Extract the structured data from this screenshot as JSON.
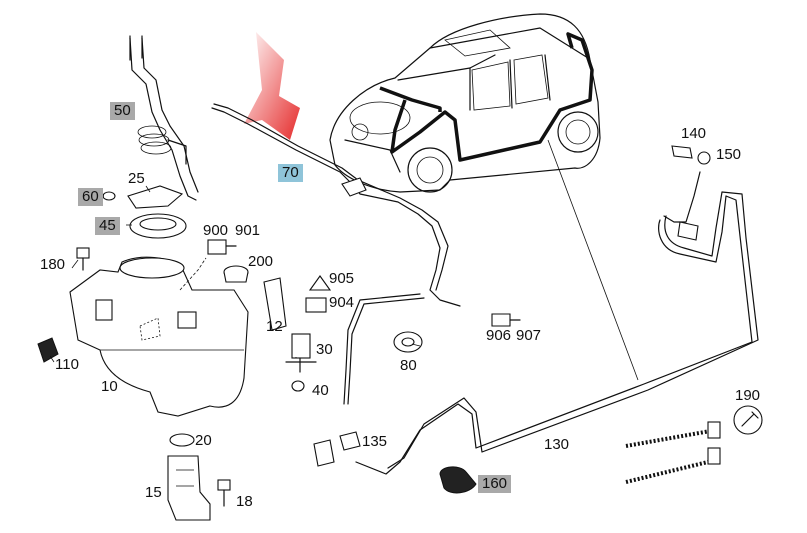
{
  "colors": {
    "background": "#ffffff",
    "line": "#111111",
    "gray_box": "#a9a9a9",
    "blue_box": "#8fc4d9",
    "arrow_red": "#e52b2b"
  },
  "icons": {
    "arrow": "highlight-arrow-icon",
    "wrench": "wrench-icon"
  },
  "labels": [
    {
      "id": "50",
      "text": "50",
      "highlight": "gray"
    },
    {
      "id": "25",
      "text": "25",
      "highlight": "none"
    },
    {
      "id": "60",
      "text": "60",
      "highlight": "gray"
    },
    {
      "id": "45",
      "text": "45",
      "highlight": "gray"
    },
    {
      "id": "70",
      "text": "70",
      "highlight": "blue"
    },
    {
      "id": "900",
      "text": "900",
      "highlight": "none"
    },
    {
      "id": "901",
      "text": "901",
      "highlight": "none"
    },
    {
      "id": "200",
      "text": "200",
      "highlight": "none"
    },
    {
      "id": "180",
      "text": "180",
      "highlight": "none"
    },
    {
      "id": "905",
      "text": "905",
      "highlight": "none"
    },
    {
      "id": "904",
      "text": "904",
      "highlight": "none"
    },
    {
      "id": "12",
      "text": "12",
      "highlight": "none"
    },
    {
      "id": "30",
      "text": "30",
      "highlight": "none"
    },
    {
      "id": "40",
      "text": "40",
      "highlight": "none"
    },
    {
      "id": "110",
      "text": "110",
      "highlight": "none"
    },
    {
      "id": "10",
      "text": "10",
      "highlight": "none"
    },
    {
      "id": "80",
      "text": "80",
      "highlight": "none"
    },
    {
      "id": "906",
      "text": "906",
      "highlight": "none"
    },
    {
      "id": "907",
      "text": "907",
      "highlight": "none"
    },
    {
      "id": "140",
      "text": "140",
      "highlight": "none"
    },
    {
      "id": "150",
      "text": "150",
      "highlight": "none"
    },
    {
      "id": "20",
      "text": "20",
      "highlight": "none"
    },
    {
      "id": "15",
      "text": "15",
      "highlight": "none"
    },
    {
      "id": "18",
      "text": "18",
      "highlight": "none"
    },
    {
      "id": "135",
      "text": "135",
      "highlight": "none"
    },
    {
      "id": "130",
      "text": "130",
      "highlight": "none"
    },
    {
      "id": "160",
      "text": "160",
      "highlight": "gray"
    },
    {
      "id": "190",
      "text": "190",
      "highlight": "none"
    }
  ]
}
